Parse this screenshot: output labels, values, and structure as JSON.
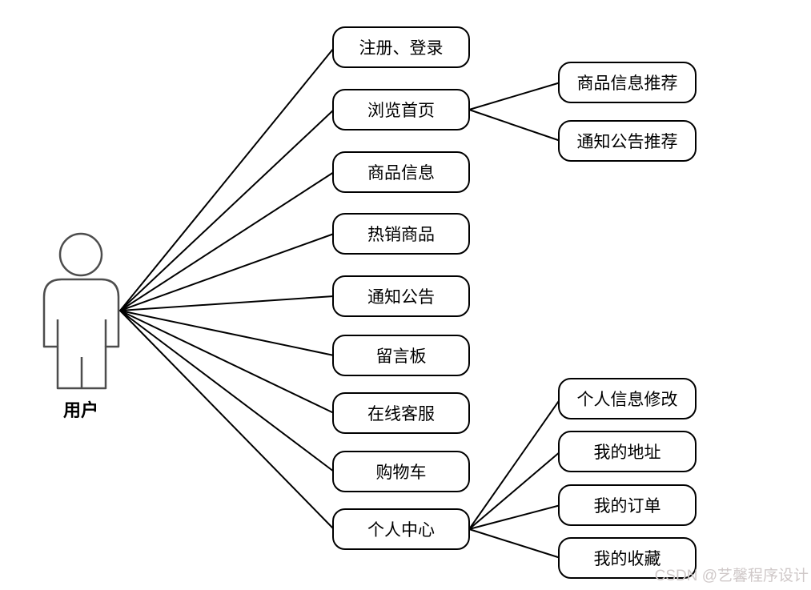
{
  "diagram": {
    "title": "user-use-case-diagram",
    "actor": {
      "label": "用户"
    },
    "use_cases": [
      {
        "label": "注册、登录"
      },
      {
        "label": "浏览首页"
      },
      {
        "label": "商品信息"
      },
      {
        "label": "热销商品"
      },
      {
        "label": "通知公告"
      },
      {
        "label": "留言板"
      },
      {
        "label": "在线客服"
      },
      {
        "label": "购物车"
      },
      {
        "label": "个人中心"
      }
    ],
    "browse_home_sub_cases": [
      {
        "label": "商品信息推荐"
      },
      {
        "label": "通知公告推荐"
      }
    ],
    "personal_center_sub_cases": [
      {
        "label": "个人信息修改"
      },
      {
        "label": "我的地址"
      },
      {
        "label": "我的订单"
      },
      {
        "label": "我的收藏"
      }
    ],
    "connections": {
      "actor_to": [
        "注册、登录",
        "浏览首页",
        "商品信息",
        "热销商品",
        "通知公告",
        "留言板",
        "在线客服",
        "购物车",
        "个人中心"
      ],
      "browse_home_to": [
        "商品信息推荐",
        "通知公告推荐"
      ],
      "personal_center_to": [
        "个人信息修改",
        "我的地址",
        "我的订单",
        "我的收藏"
      ]
    },
    "watermark": "CSDN @艺馨程序设计",
    "colors": {
      "background": "#ffffff",
      "box_border": "#000000",
      "box_fill": "#ffffff",
      "connector": "#000000",
      "actor_outline": "#4d4d4d",
      "watermark": "#cfc8c8"
    }
  }
}
